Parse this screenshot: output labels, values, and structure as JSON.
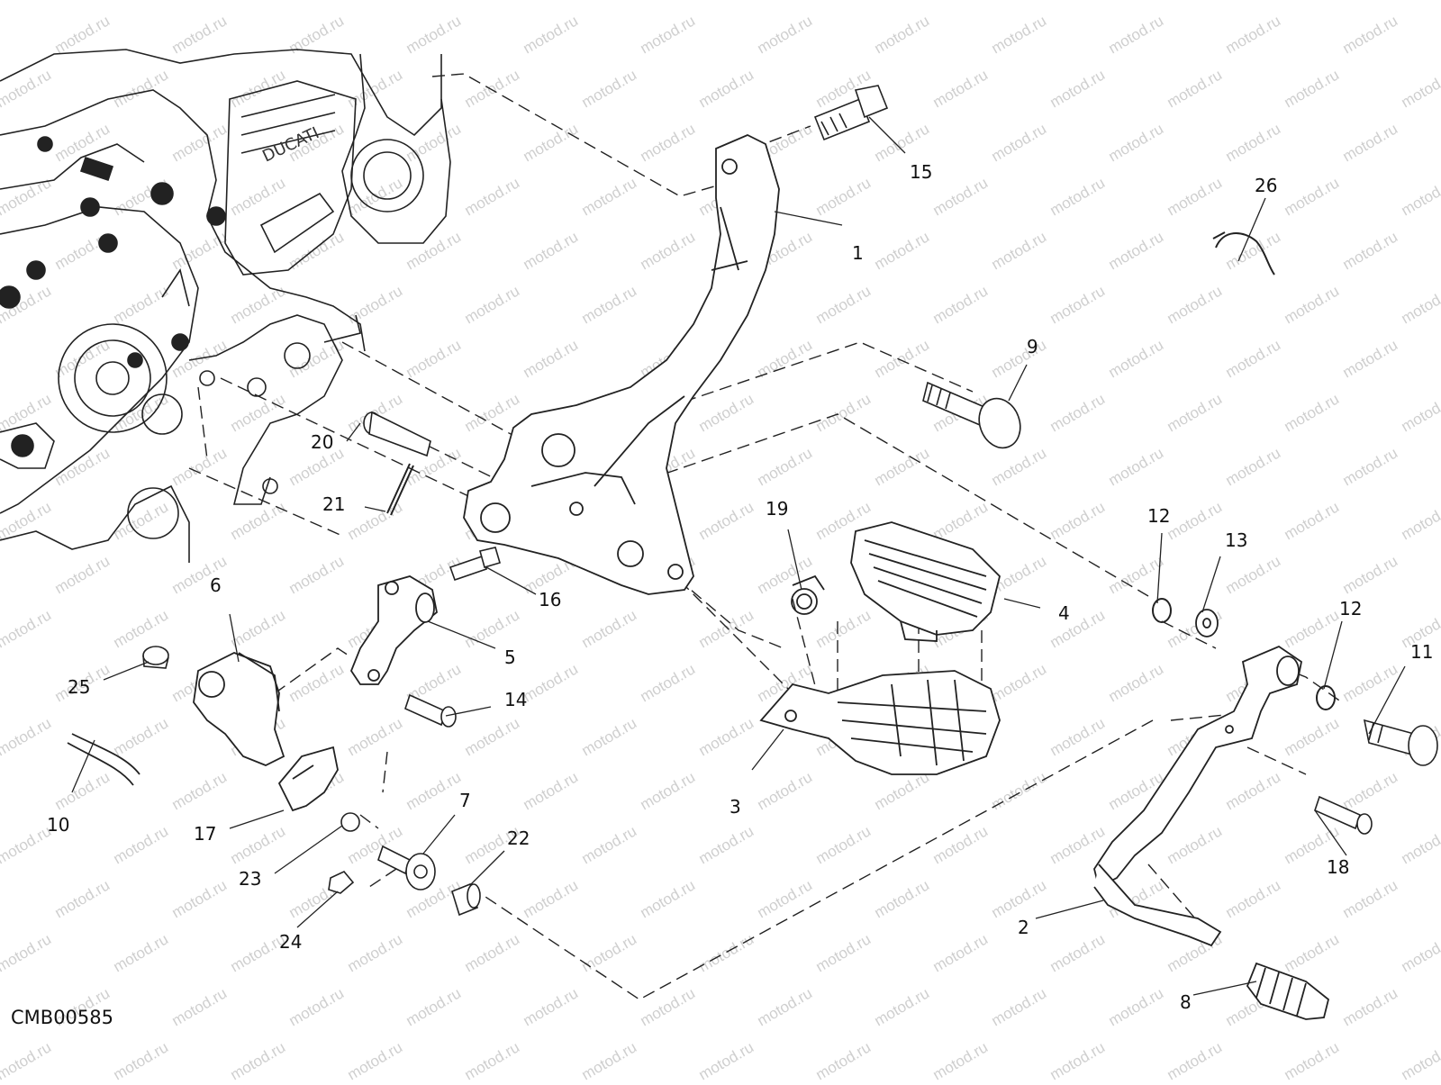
{
  "diagram": {
    "code": "CMB00585",
    "watermark": "motod.ru",
    "callouts": [
      {
        "n": "1",
        "name": "callout-1"
      },
      {
        "n": "2",
        "name": "callout-2"
      },
      {
        "n": "3",
        "name": "callout-3"
      },
      {
        "n": "4",
        "name": "callout-4"
      },
      {
        "n": "5",
        "name": "callout-5"
      },
      {
        "n": "6",
        "name": "callout-6"
      },
      {
        "n": "7",
        "name": "callout-7"
      },
      {
        "n": "8",
        "name": "callout-8"
      },
      {
        "n": "9",
        "name": "callout-9"
      },
      {
        "n": "10",
        "name": "callout-10"
      },
      {
        "n": "11",
        "name": "callout-11"
      },
      {
        "n": "12",
        "name": "callout-12a"
      },
      {
        "n": "12",
        "name": "callout-12b"
      },
      {
        "n": "13",
        "name": "callout-13"
      },
      {
        "n": "14",
        "name": "callout-14"
      },
      {
        "n": "15",
        "name": "callout-15"
      },
      {
        "n": "16",
        "name": "callout-16"
      },
      {
        "n": "17",
        "name": "callout-17"
      },
      {
        "n": "18",
        "name": "callout-18"
      },
      {
        "n": "19",
        "name": "callout-19"
      },
      {
        "n": "20",
        "name": "callout-20"
      },
      {
        "n": "21",
        "name": "callout-21"
      },
      {
        "n": "22",
        "name": "callout-22"
      },
      {
        "n": "23",
        "name": "callout-23"
      },
      {
        "n": "24",
        "name": "callout-24"
      },
      {
        "n": "25",
        "name": "callout-25"
      },
      {
        "n": "26",
        "name": "callout-26"
      }
    ]
  }
}
